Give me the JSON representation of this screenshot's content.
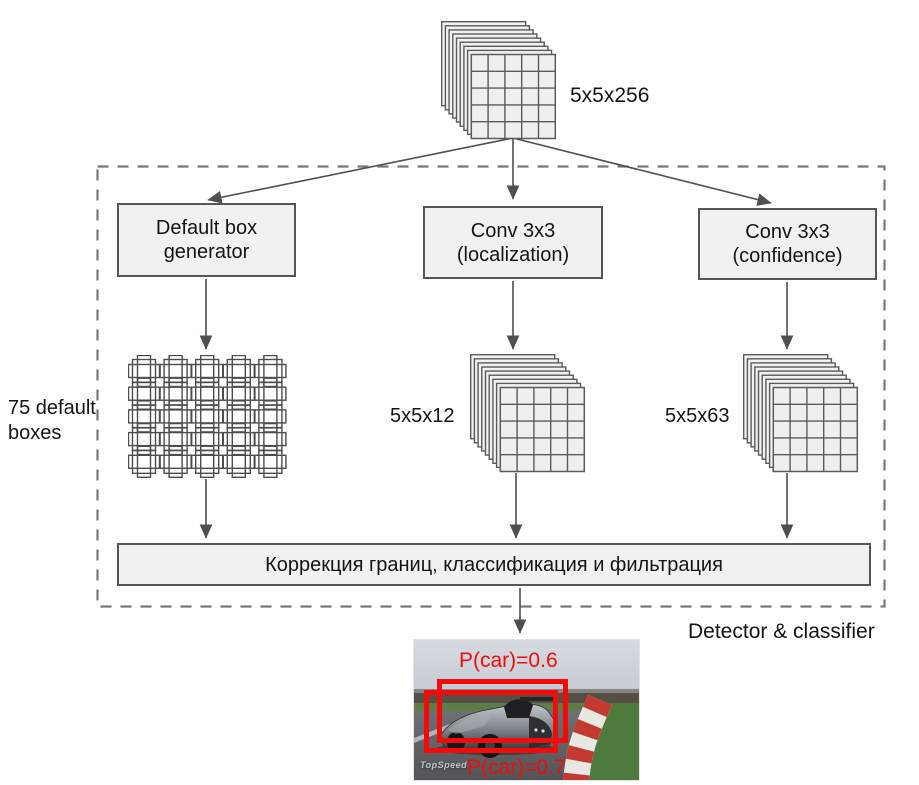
{
  "input": {
    "label": "5x5x256"
  },
  "branches": {
    "default_box_generator": {
      "label": "Default box generator"
    },
    "conv_localization": {
      "label": "Conv 3x3 (localization)"
    },
    "conv_confidence": {
      "label": "Conv 3x3 (confidence)"
    }
  },
  "intermediate": {
    "default_boxes_label": "75 default boxes",
    "localization_map_label": "5x5x12",
    "confidence_map_label": "5x5x63"
  },
  "merge": {
    "label": "Коррекция границ, классификация и фильтрация"
  },
  "frame": {
    "label": "Detector & classifier"
  },
  "output": {
    "detections": [
      {
        "label": "P(car)=0.6"
      },
      {
        "label": "P(car)=0.7"
      }
    ],
    "watermark": "TopSpeed"
  },
  "colors": {
    "detection_red": "#f50a0a",
    "node_fill": "#f1f1f1",
    "node_border": "#565656",
    "connector": "#4f4f4f",
    "dashed_frame": "#787878"
  }
}
